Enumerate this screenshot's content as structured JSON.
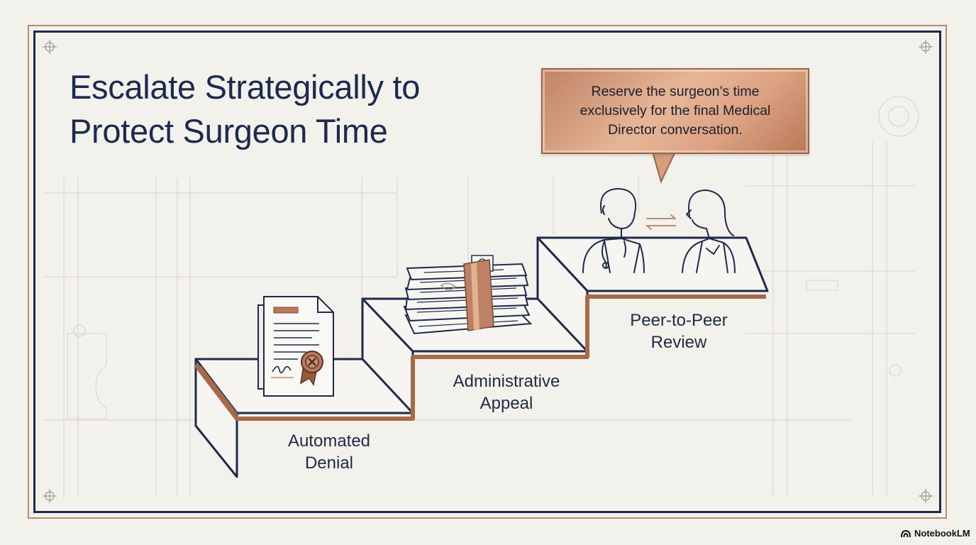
{
  "title_lines": [
    "Escalate Strategically to",
    "Protect Surgeon Time"
  ],
  "callout_lines": [
    "Reserve the surgeon’s time",
    "exclusively for the final Medical",
    "Director conversation."
  ],
  "steps": [
    {
      "lines": [
        "Automated",
        "Denial"
      ],
      "icon": "denial-letter-icon"
    },
    {
      "lines": [
        "Administrative",
        "Appeal"
      ],
      "icon": "paper-stack-icon"
    },
    {
      "lines": [
        "Peer-to-Peer",
        "Review"
      ],
      "icon": "doctor-conversation-icon"
    }
  ],
  "brand": "NotebookLM",
  "colors": {
    "navy": "#1e2a4a",
    "copper": "#b98a6e",
    "background": "#f3f1ec"
  }
}
